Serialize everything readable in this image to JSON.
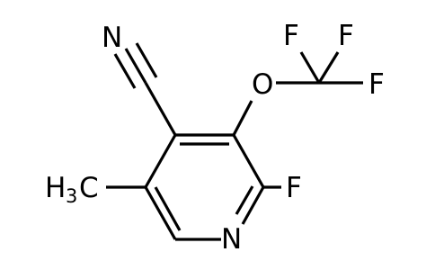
{
  "molecule": {
    "atoms": {
      "nitrile_n": "N",
      "ether_o": "O",
      "f_top_left": "F",
      "f_top_right": "F",
      "f_right": "F",
      "ring_f": "F",
      "ring_n": "N",
      "methyl_c": "H",
      "methyl_num": "3",
      "methyl_c2": "C"
    }
  }
}
